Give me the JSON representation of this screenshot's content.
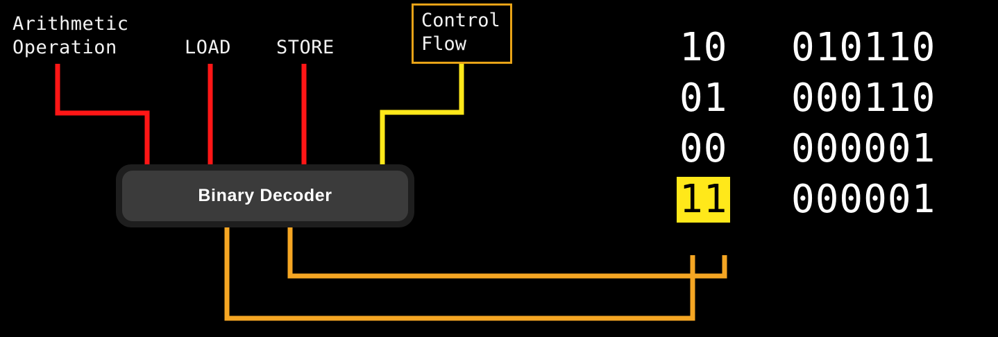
{
  "diagram": {
    "title": "Binary Decoder instruction decode diagram",
    "background_color": "#000000",
    "node": {
      "label": "Binary Decoder",
      "fill_color": "#3b3b3b",
      "frame_color": "#1e1e1e",
      "text_color": "#ffffff"
    },
    "inputs": [
      {
        "name": "arithmetic-operation",
        "label": "Arithmetic\nOperation",
        "wire_color": "#ff1616"
      },
      {
        "name": "load",
        "label": "LOAD",
        "wire_color": "#ff1616"
      },
      {
        "name": "store",
        "label": "STORE",
        "wire_color": "#ff1616"
      }
    ],
    "control_flow": {
      "label": "Control\nFlow",
      "border_color": "#e8a317",
      "wire_color": "#ffe81a",
      "text_color": "#f2f2f2"
    },
    "outputs": {
      "wire_color": "#f5a623",
      "count": 2
    }
  },
  "binary_table": {
    "columns": [
      "address",
      "bits"
    ],
    "rows": [
      {
        "address": "10",
        "bits": "010110",
        "highlighted": false
      },
      {
        "address": "01",
        "bits": "000110",
        "highlighted": false
      },
      {
        "address": "00",
        "bits": "000001",
        "highlighted": false
      },
      {
        "address": "11",
        "bits": "000001",
        "highlighted": true
      }
    ],
    "highlight_color": "#ffe81a",
    "highlight_text_color": "#000000",
    "text_color": "#ffffff"
  }
}
